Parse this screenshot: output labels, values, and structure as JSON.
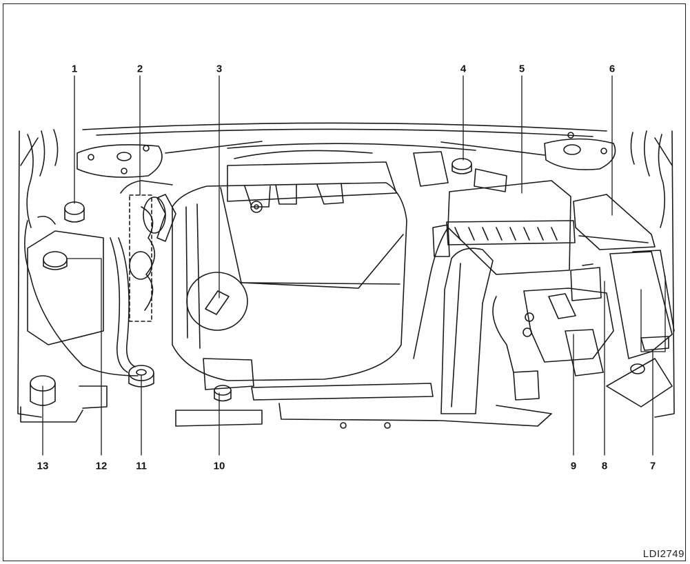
{
  "diagram": {
    "callouts": [
      "1",
      "2",
      "3",
      "4",
      "5",
      "6",
      "7",
      "8",
      "9",
      "10",
      "11",
      "12",
      "13"
    ],
    "figure_code": "LDI2749"
  }
}
